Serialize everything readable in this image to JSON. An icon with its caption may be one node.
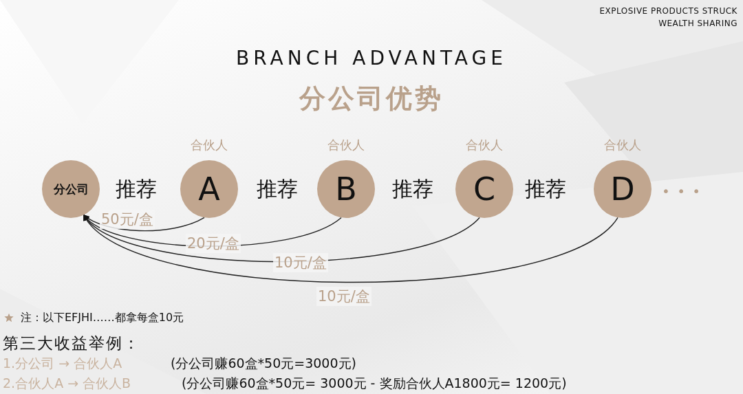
{
  "diagram": {
    "title": "BRANCH ADVANTAGE",
    "nodes": [
      {
        "text": [
          "分公司"
        ]
      },
      {
        "text": [
          "A"
        ],
        "beside": [
          "合伙人"
        ]
      },
      {
        "text": [
          "B"
        ],
        "beside": [
          "合伙人"
        ]
      },
      {
        "text": [
          "C"
        ],
        "beside": [
          "合伙人"
        ]
      },
      {
        "text": [
          "D"
        ],
        "beside": [
          "合伙人"
        ]
      }
    ],
    "edges": [
      {
        "from": 1,
        "to": 0,
        "arrow": "to",
        "label": "50元/盒"
      },
      {
        "from": 2,
        "to": 0,
        "arrow": "to",
        "label": "20元/盒"
      },
      {
        "from": 3,
        "to": 0,
        "arrow": "to",
        "label": "10元/盒"
      },
      {
        "from": 4,
        "to": 0,
        "arrow": "to",
        "label": "10元/盒"
      }
    ],
    "labels": [
      "EXPLOSIVE PRODUCTS STRUCK WEALTH SHARING",
      "分公司优势",
      "推荐",
      "推荐",
      "推荐",
      "推荐",
      "• • •",
      "注：以下EFJHI……都拿每盒10元",
      "第三大收益举例：",
      "1.分公司 → 合伙人A",
      "(分公司赚60盒*50元=3000元)",
      "2.合伙人A → 合伙人B",
      "(分公司赚60盒*50元= 3000元 - 奖励合伙人A1800元= 1200元)"
    ]
  }
}
